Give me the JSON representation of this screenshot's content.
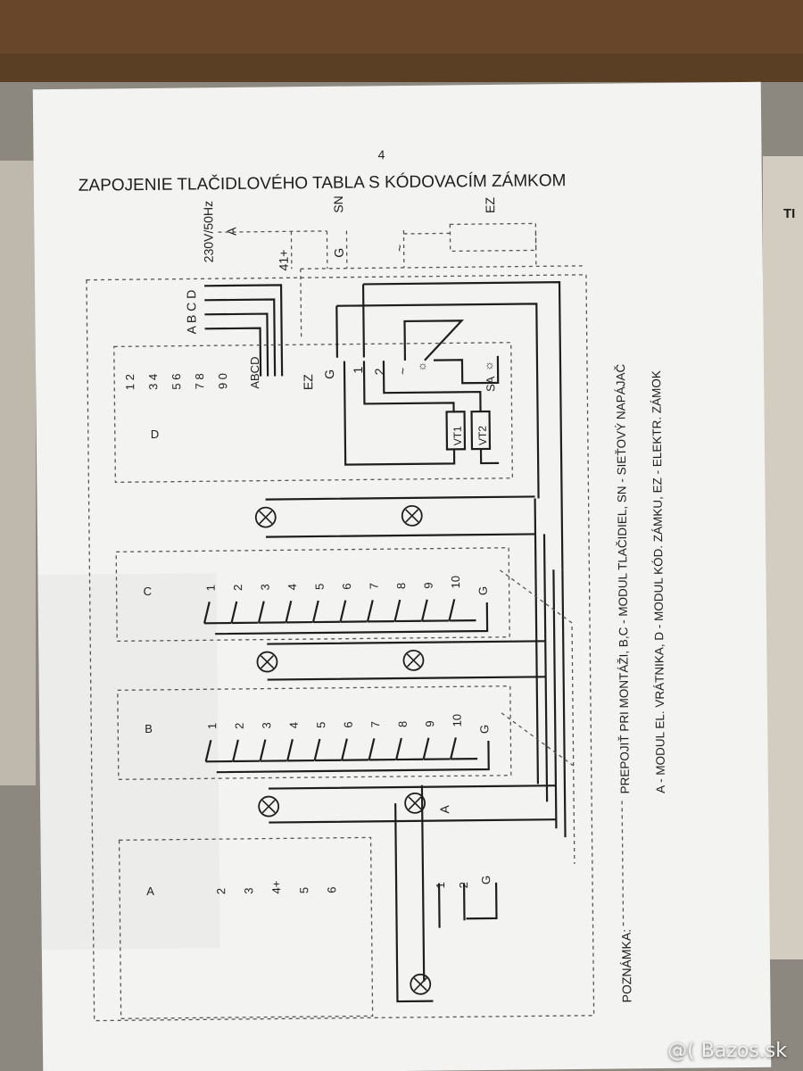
{
  "page_number": "4",
  "title": "ZAPOJENIE TLAČIDLOVÉHO TABLA S KÓDOVACÍM ZÁMKOM",
  "supply": {
    "voltage": "230V/50Hz",
    "arrow": "A",
    "label_41": "41+",
    "sn": "SN",
    "ez_top": "EZ",
    "g": "G",
    "tilde": "~"
  },
  "keypad": {
    "abcd": "A B C D",
    "abcd_small": "ABCD",
    "pairs": [
      "1  2",
      "3  4",
      "5  6",
      "7  8",
      "9  0"
    ]
  },
  "module_d": {
    "label": "D",
    "ez": "EZ",
    "g": "G",
    "t1": "1",
    "t2": "2",
    "tilde": "~",
    "sa": "SA",
    "vt1": "VT1",
    "vt2": "VT2"
  },
  "module_c": {
    "label": "C",
    "buttons": [
      "1",
      "2",
      "3",
      "4",
      "5",
      "6",
      "7",
      "8",
      "9",
      "10"
    ],
    "g": "G"
  },
  "module_b": {
    "label": "B",
    "buttons": [
      "1",
      "2",
      "3",
      "4",
      "5",
      "6",
      "7",
      "8",
      "9",
      "10"
    ],
    "g": "G"
  },
  "module_a": {
    "label": "A",
    "terminals": [
      "2",
      "3",
      "4+",
      "5",
      "6"
    ],
    "buttons": [
      "1",
      "2"
    ],
    "g": "G",
    "arrow": "A"
  },
  "notes": {
    "title": "POZNÁMKA:",
    "line1": "PREPOJIŤ PRI MONTÁŽI,   B,C - MODUL TLAČIDIEL,   SN - SIEŤOVÝ NAPÁJAČ",
    "line2": "A - MODUL EL. VRÁTNIKA,     D - MODUL KÓD. ZÁMKU,    EZ - ELEKTR. ZÁMOK"
  },
  "side_label": "TI",
  "watermark": "@( Bazos.sk",
  "colors": {
    "paper": "#f3f3f1",
    "ink": "#1e1e1e",
    "wood": "#5a3e24",
    "device": "#c9c2b6"
  }
}
